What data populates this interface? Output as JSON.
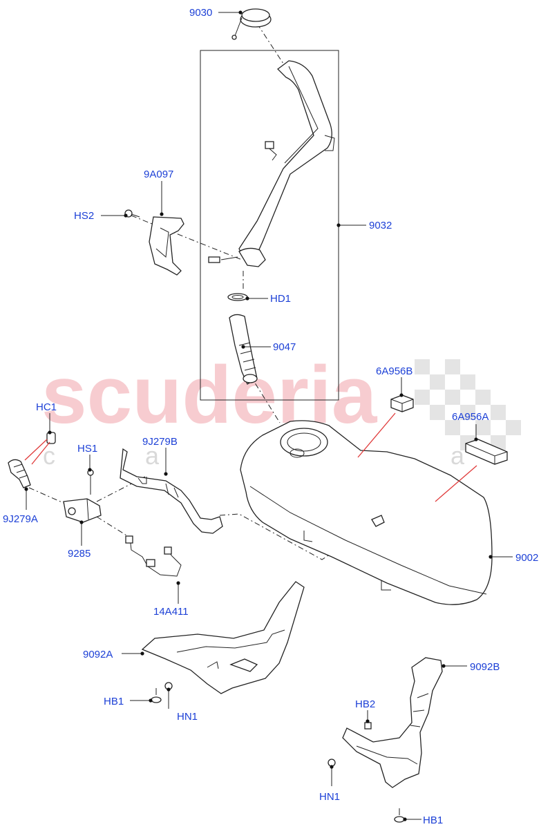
{
  "watermark": {
    "brand": "scuderia",
    "sub": "c a r p a r t s"
  },
  "callouts": {
    "c9030": "9030",
    "c9A097": "9A097",
    "cHS2": "HS2",
    "c9032": "9032",
    "cHD1": "HD1",
    "c9047": "9047",
    "c6A956B": "6A956B",
    "c6A956A": "6A956A",
    "cHC1": "HC1",
    "cHS1": "HS1",
    "c9J279B": "9J279B",
    "c9J279A": "9J279A",
    "c9285": "9285",
    "c14A411": "14A411",
    "c9002": "9002",
    "c9092A": "9092A",
    "cHB1a": "HB1",
    "cHN1a": "HN1",
    "c9092B": "9092B",
    "cHB2": "HB2",
    "cHN1b": "HN1",
    "cHB1b": "HB1"
  },
  "colors": {
    "callout": "#1b3fd6",
    "watermark": "#f6c4c8",
    "line": "#222222",
    "highlight": "#e03a3a"
  }
}
